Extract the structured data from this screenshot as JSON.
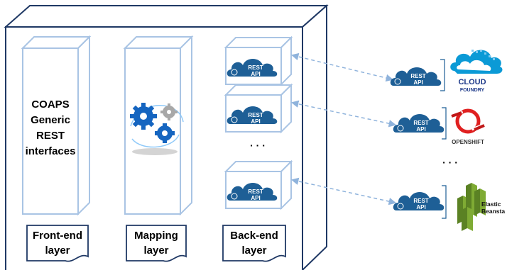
{
  "layers": {
    "front_end": {
      "box_text": [
        "COAPS",
        "Generic",
        "REST",
        "interfaces"
      ],
      "label": [
        "Front-end",
        "layer"
      ]
    },
    "mapping": {
      "label": [
        "Mapping",
        "layer"
      ]
    },
    "back_end": {
      "label": [
        "Back-end",
        "layer"
      ],
      "ellipsis": "· · ·"
    }
  },
  "api_badge": [
    "REST",
    "API"
  ],
  "providers": {
    "cloud_foundry": [
      "CLOUD",
      "FOUNDRY"
    ],
    "openshift": "OPENSHIFT",
    "elastic_beanstalk": [
      "Elastic",
      "Beansta"
    ],
    "ellipsis": "· · ·"
  },
  "colors": {
    "frame": "#1f3864",
    "column": "#a9c4e4",
    "column_face": "#ffffff",
    "cloud": "#1e5f96",
    "gear_blue": "#1565c0",
    "gear_grey": "#a8a8a8",
    "connector": "#8fb3dc",
    "openshift_red": "#e02020",
    "cloud_foundry_blue": "#0b9ad6",
    "beanstalk_green": "#6f9a2b"
  }
}
